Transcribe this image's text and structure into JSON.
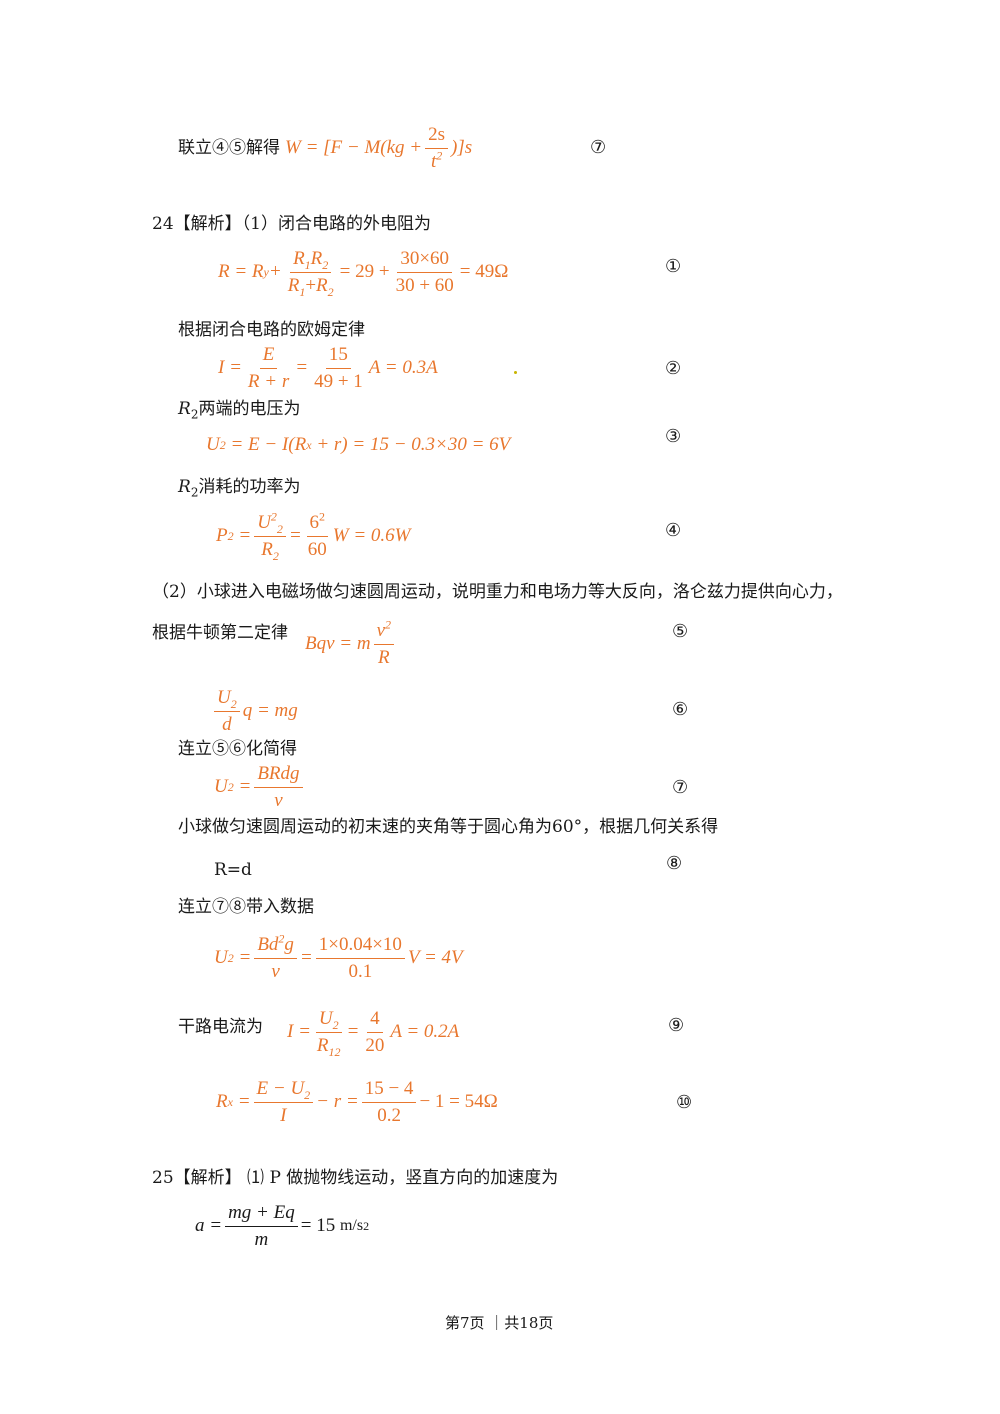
{
  "lines": {
    "l1_prefix": "联立④⑤解得",
    "q24_head": "24【解析】（1）闭合电路的外电阻为",
    "ohm_law": "根据闭合电路的欧姆定律",
    "r2_voltage_pre": "R",
    "r2_voltage_sub": "2",
    "r2_voltage_post": "两端的电压为",
    "r2_power_pre": "R",
    "r2_power_sub": "2",
    "r2_power_post": "消耗的功率为",
    "part2": "（2）小球进入电磁场做匀速圆周运动，说明重力和电场力等大反向，洛仑兹力提供向心力，",
    "newton2": "根据牛顿第二定律",
    "combine56": "连立⑤⑥化简得",
    "geometry": "小球做匀速圆周运动的初末速的夹角等于圆心角为60°，根据几何关系得",
    "r_eq_d": "R=d",
    "combine78": "连立⑦⑧带入数据",
    "trunk": "干路电流为",
    "q25_head": "25【解析】 ⑴ P 做抛物线运动，竖直方向的加速度为"
  },
  "markers": {
    "m7a": "⑦",
    "m1": "①",
    "m2": "②",
    "m3": "③",
    "m4": "④",
    "m5": "⑤",
    "m6": "⑥",
    "m7b": "⑦",
    "m8": "⑧",
    "m9": "⑨",
    "m10": "⑩"
  },
  "equations": {
    "w": {
      "lhs": "W = [F − M(kg +",
      "num": "2s",
      "den": "t",
      "den_sup": "2",
      "rhs": ")]s"
    },
    "r": {
      "a": "R = R",
      "a_sub": "y",
      "plus": " +",
      "n1": "R",
      "n1s": "1",
      "n2": "R",
      "n2s": "2",
      "d1": "R",
      "d1s": "1",
      "dplus": "+",
      "d2": "R",
      "d2s": "2",
      "mid": "= 29 +",
      "num2": "30×60",
      "den2": "30 + 60",
      "res": "= 49Ω"
    },
    "i": {
      "lhs": "I =",
      "num": "E",
      "den": "R + r",
      "eq": "=",
      "num2": "15",
      "den2": "49 + 1",
      "res": "A = 0.3A"
    },
    "u2": {
      "u": "U",
      "us": "2",
      "body": "= E − I(R",
      "rs": "x",
      "tail": "+ r) = 15 − 0.3×30 = 6V"
    },
    "p2": {
      "p": "P",
      "ps": "2",
      "eq": "=",
      "nu": "U",
      "nusup": "2",
      "nusub": "2",
      "dr": "R",
      "drs": "2",
      "eq2": "=",
      "n6": "6",
      "n6sup": "2",
      "d60": "60",
      "res": "W = 0.6W"
    },
    "bqv": {
      "lhs": "Bqv = m",
      "num": "v",
      "num_sup": "2",
      "den": "R"
    },
    "u2dq": {
      "num": "U",
      "num_sub": "2",
      "den": "d",
      "rhs": "q = mg"
    },
    "u2brdg": {
      "u": "U",
      "us": "2",
      "eq": "=",
      "num": "BRdg",
      "den": "v"
    },
    "u2calc": {
      "u": "U",
      "us": "2",
      "eq": "=",
      "num": "Bd",
      "num_sup": "2",
      "num_tail": "g",
      "den": "v",
      "eq2": "=",
      "num2": "1×0.04×10",
      "den2": "0.1",
      "res": "V = 4V"
    },
    "itrunk": {
      "lhs": "I =",
      "nu": "U",
      "nus": "2",
      "dr": "R",
      "drs": "12",
      "eq": "=",
      "n": "4",
      "d": "20",
      "res": "A = 0.2A"
    },
    "rx": {
      "r": "R",
      "rs": "x",
      "eq": "=",
      "num": "E − U",
      "num_sub": "2",
      "den": "I",
      "mid": "− r =",
      "num2": "15 − 4",
      "den2": "0.2",
      "res": "− 1 = 54Ω"
    },
    "acc": {
      "lhs": "a =",
      "num": "mg + Eq",
      "den": "m",
      "res": "= 15",
      "unit": "m/s",
      "unit_sup": "2"
    }
  },
  "footer": {
    "text": "第7页 ｜共18页"
  }
}
